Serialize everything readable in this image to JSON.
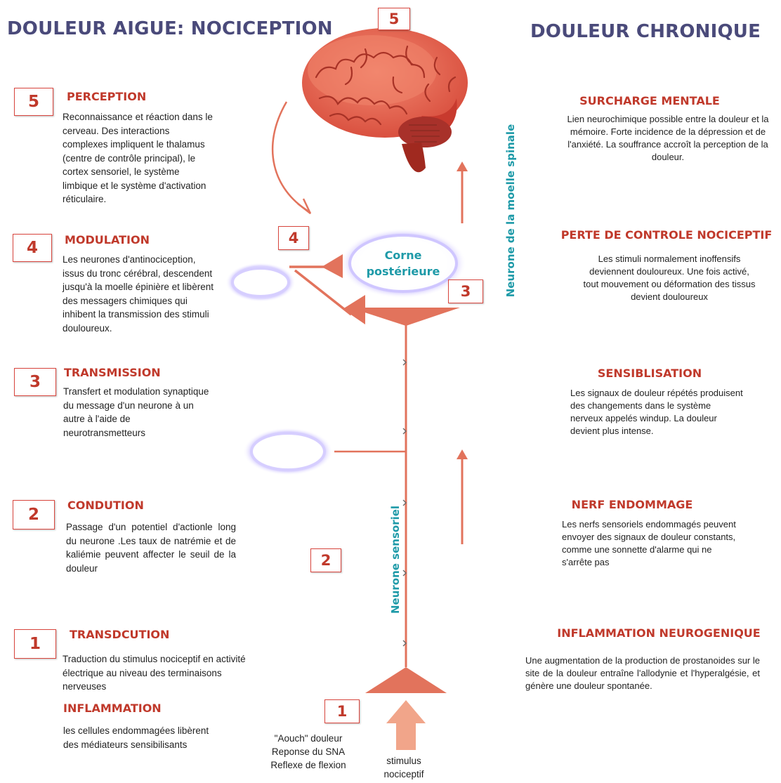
{
  "header": {
    "left_title": "DOULEUR AIGUE: NOCICEPTION",
    "right_title": "DOULEUR CHRONIQUE"
  },
  "diagram": {
    "top_number": "5",
    "n4": "4",
    "n3": "3",
    "n2": "2",
    "n1": "1",
    "corne": "Corne\npostérieure",
    "neurone_moelle": "Neurone de la moelle spinale",
    "neurone_sensoriel": "Neurone sensoriel",
    "reflex": "\"Aouch\" douleur\nReponse du SNA\nReflexe  de flexion",
    "stimulus": "stimulus\nnociceptif"
  },
  "steps": [
    {
      "number": "5",
      "title": "PERCEPTION",
      "text": "Reconnaissance et réaction dans le cerveau. Des interactions complexes impliquent le thalamus (centre de contrôle principal), le cortex sensoriel, le système limbique et le système d'activation réticulaire."
    },
    {
      "number": "4",
      "title": "MODULATION",
      "text": "Les neurones d'antinociception, issus du tronc cérébral, descendent jusqu'à la moelle épinière et libèrent des messagers chimiques qui inhibent la transmission des stimuli douloureux."
    },
    {
      "number": "3",
      "title": "TRANSMISSION",
      "text": "Transfert et modulation synaptique du message d'un neurone à un autre à l'aide de neurotransmetteurs"
    },
    {
      "number": "2",
      "title": "CONDUTION",
      "text": "Passage d'un potentiel d'actionle long du neurone .Les taux de natrémie et de kaliémie peuvent affecter le seuil de la douleur"
    },
    {
      "number": "1",
      "title": "TRANSDCUTION",
      "text": "Traduction du stimulus nociceptif en activité électrique au niveau des terminaisons nerveuses"
    }
  ],
  "inflammation": {
    "title": "INFLAMMATION",
    "text": "les cellules endommagées libèrent des médiateurs sensibilisants"
  },
  "chronic": [
    {
      "title": "SURCHARGE MENTALE",
      "text": "Lien neurochimique possible entre la douleur et la mémoire. Forte incidence de la dépression et de l'anxiété. La souffrance accroît la perception de la douleur."
    },
    {
      "title": "PERTE DE CONTROLE NOCICEPTIF",
      "text": "Les stimuli normalement inoffensifs deviennent douloureux. Une fois activé, tout mouvement ou déformation des tissus devient douloureux"
    },
    {
      "title": "SENSIBLISATION",
      "text": "Les signaux de douleur répétés produisent des changements dans le système nerveux appelés windup. La douleur devient plus intense."
    },
    {
      "title": "NERF ENDOMMAGE",
      "text": "Les nerfs sensoriels endommagés peuvent envoyer des signaux de douleur constants, comme une sonnette d'alarme qui ne s'arrête pas"
    },
    {
      "title": "INFLAMMATION NEUROGENIQUE",
      "text": "Une augmentation de la production de prostanoides sur le site de la douleur entraîne l'allodynie et l'hyperalgésie, et génère une douleur spontanée."
    }
  ],
  "colors": {
    "accent_red": "#c0392b",
    "title_purple": "#4a4a7a",
    "teal": "#1e9aa8",
    "neuron": "#e2735c"
  }
}
